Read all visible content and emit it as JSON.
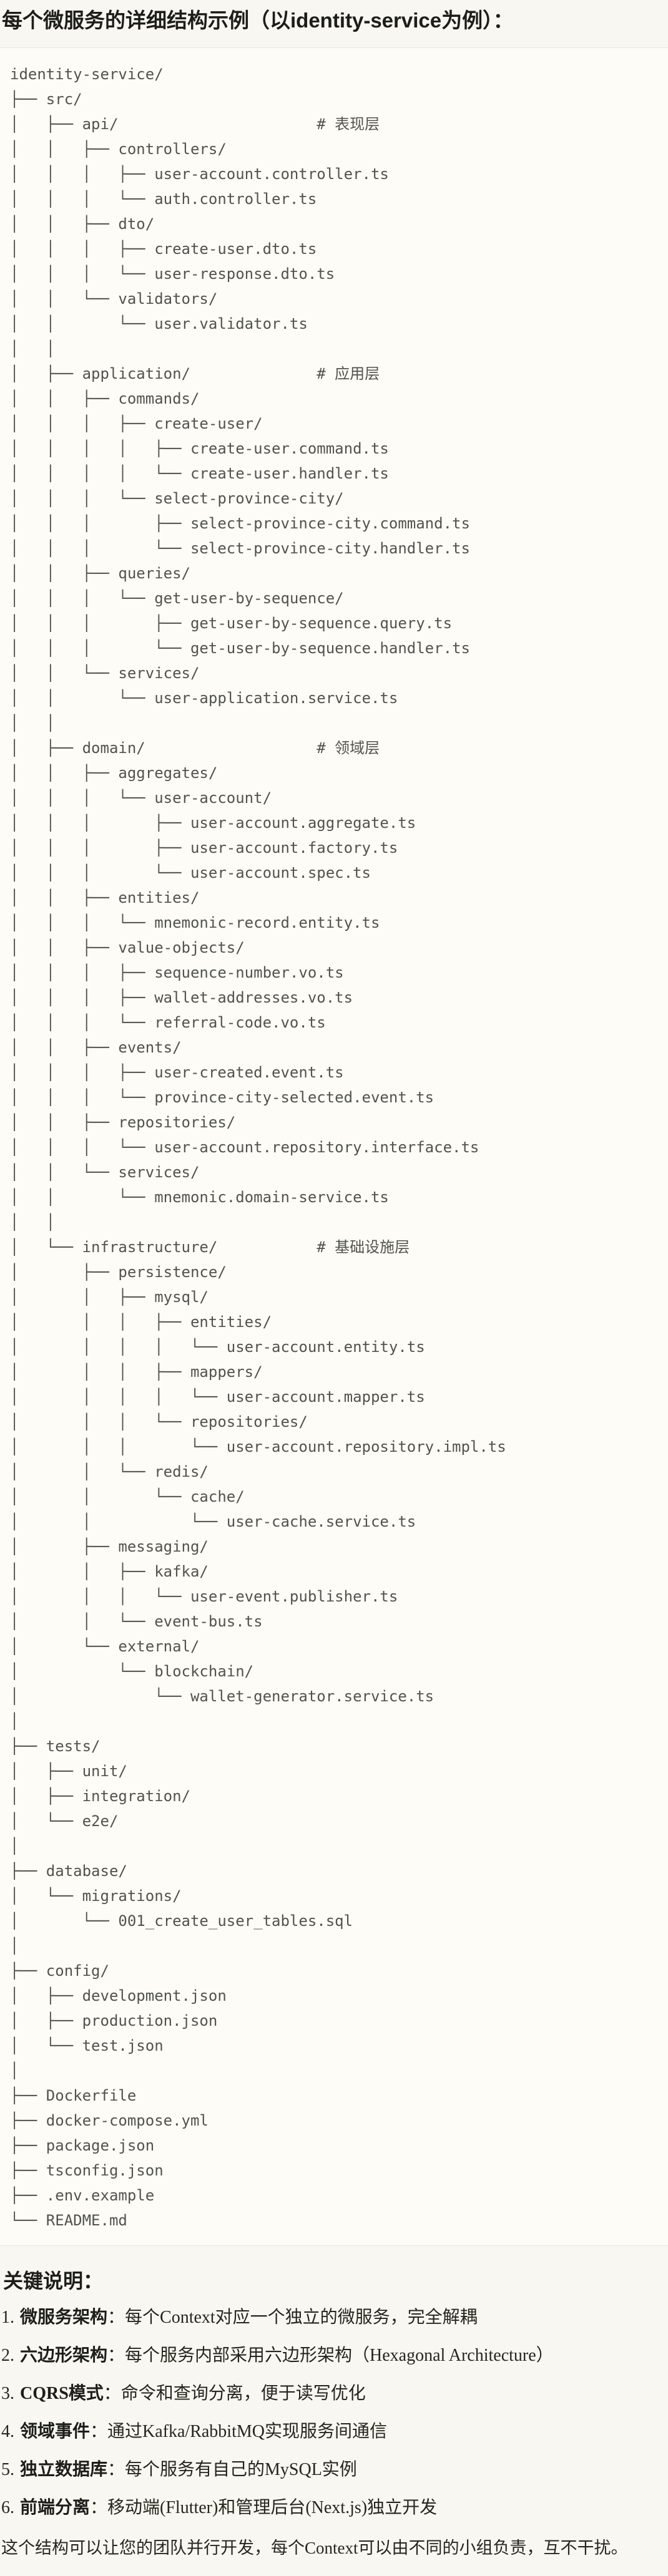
{
  "header": {
    "title": "每个微服务的详细结构示例（以identity-service为例）："
  },
  "code_block": {
    "language": "text",
    "lines": [
      "identity-service/",
      "├── src/",
      "│   ├── api/                      # 表现层",
      "│   │   ├── controllers/",
      "│   │   │   ├── user-account.controller.ts",
      "│   │   │   └── auth.controller.ts",
      "│   │   ├── dto/",
      "│   │   │   ├── create-user.dto.ts",
      "│   │   │   └── user-response.dto.ts",
      "│   │   └── validators/",
      "│   │       └── user.validator.ts",
      "│   │",
      "│   ├── application/              # 应用层",
      "│   │   ├── commands/",
      "│   │   │   ├── create-user/",
      "│   │   │   │   ├── create-user.command.ts",
      "│   │   │   │   └── create-user.handler.ts",
      "│   │   │   └── select-province-city/",
      "│   │   │       ├── select-province-city.command.ts",
      "│   │   │       └── select-province-city.handler.ts",
      "│   │   ├── queries/",
      "│   │   │   └── get-user-by-sequence/",
      "│   │   │       ├── get-user-by-sequence.query.ts",
      "│   │   │       └── get-user-by-sequence.handler.ts",
      "│   │   └── services/",
      "│   │       └── user-application.service.ts",
      "│   │",
      "│   ├── domain/                   # 领域层",
      "│   │   ├── aggregates/",
      "│   │   │   └── user-account/",
      "│   │   │       ├── user-account.aggregate.ts",
      "│   │   │       ├── user-account.factory.ts",
      "│   │   │       └── user-account.spec.ts",
      "│   │   ├── entities/",
      "│   │   │   └── mnemonic-record.entity.ts",
      "│   │   ├── value-objects/",
      "│   │   │   ├── sequence-number.vo.ts",
      "│   │   │   ├── wallet-addresses.vo.ts",
      "│   │   │   └── referral-code.vo.ts",
      "│   │   ├── events/",
      "│   │   │   ├── user-created.event.ts",
      "│   │   │   └── province-city-selected.event.ts",
      "│   │   ├── repositories/",
      "│   │   │   └── user-account.repository.interface.ts",
      "│   │   └── services/",
      "│   │       └── mnemonic.domain-service.ts",
      "│   │",
      "│   └── infrastructure/           # 基础设施层",
      "│       ├── persistence/",
      "│       │   ├── mysql/",
      "│       │   │   ├── entities/",
      "│       │   │   │   └── user-account.entity.ts",
      "│       │   │   ├── mappers/",
      "│       │   │   │   └── user-account.mapper.ts",
      "│       │   │   └── repositories/",
      "│       │   │       └── user-account.repository.impl.ts",
      "│       │   └── redis/",
      "│       │       └── cache/",
      "│       │           └── user-cache.service.ts",
      "│       ├── messaging/",
      "│       │   ├── kafka/",
      "│       │   │   └── user-event.publisher.ts",
      "│       │   └── event-bus.ts",
      "│       └── external/",
      "│           └── blockchain/",
      "│               └── wallet-generator.service.ts",
      "│",
      "├── tests/",
      "│   ├── unit/",
      "│   ├── integration/",
      "│   └── e2e/",
      "│",
      "├── database/",
      "│   └── migrations/",
      "│       └── 001_create_user_tables.sql",
      "│",
      "├── config/",
      "│   ├── development.json",
      "│   ├── production.json",
      "│   └── test.json",
      "│",
      "├── Dockerfile",
      "├── docker-compose.yml",
      "├── package.json",
      "├── tsconfig.json",
      "├── .env.example",
      "└── README.md"
    ]
  },
  "notes": {
    "heading": "关键说明：",
    "items": [
      {
        "num": "1.",
        "term": "微服务架构",
        "text": "：每个Context对应一个独立的微服务，完全解耦"
      },
      {
        "num": "2.",
        "term": "六边形架构",
        "text": "：每个服务内部采用六边形架构（Hexagonal Architecture）"
      },
      {
        "num": "3.",
        "term": "CQRS模式",
        "text": "：命令和查询分离，便于读写优化"
      },
      {
        "num": "4.",
        "term": "领域事件",
        "text": "：通过Kafka/RabbitMQ实现服务间通信"
      },
      {
        "num": "5.",
        "term": "独立数据库",
        "text": "：每个服务有自己的MySQL实例"
      },
      {
        "num": "6.",
        "term": "前端分离",
        "text": "：移动端(Flutter)和管理后台(Next.js)独立开发"
      }
    ],
    "summary": "这个结构可以让您的团队并行开发，每个Context可以由不同的小组负责，互不干扰。"
  },
  "colors": {
    "page_background": "#f8f7f1",
    "code_background": "#fdfcf7",
    "code_border": "#e8e6de",
    "code_text": "#53534d",
    "heading_text": "#1d1d1a",
    "body_text": "#26261f"
  }
}
